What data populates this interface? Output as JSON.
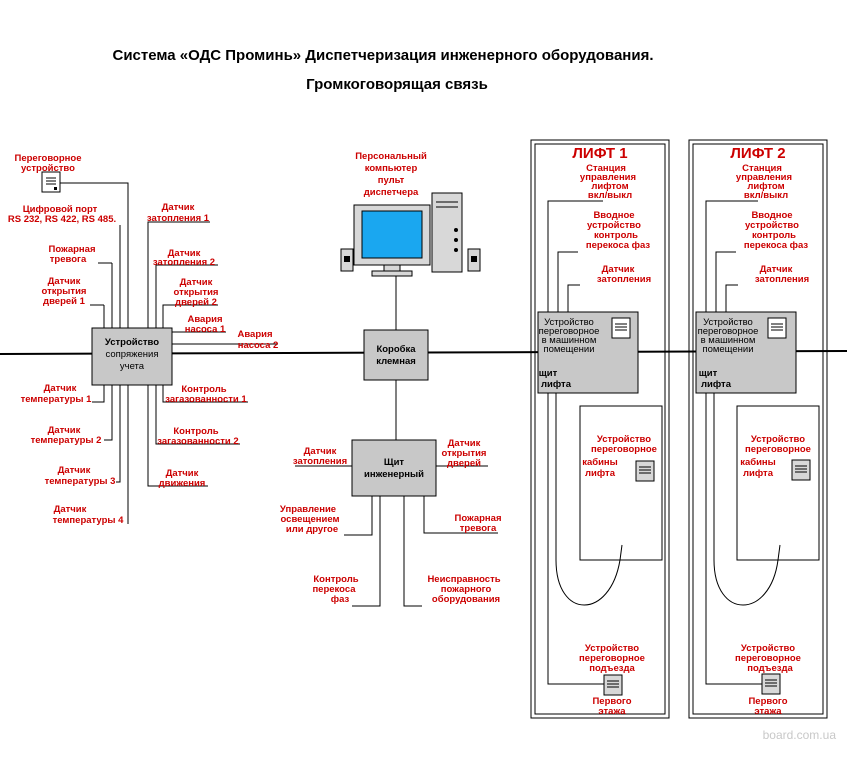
{
  "title": {
    "line1": "Система «ОДС Проминь» Диспетчеризация инженерного оборудования.",
    "line2": "Громкоговорящая связь"
  },
  "computer": {
    "label": [
      "Персональный",
      "компьютер",
      "пульт",
      "диспетчера"
    ]
  },
  "left_labels": {
    "intercom": [
      "Переговорное",
      "устройство"
    ],
    "digital_port": [
      "Цифровой порт",
      "RS 232,  RS 422,   RS 485."
    ],
    "fire_alarm": [
      "Пожарная",
      "тревога"
    ],
    "door_open1": [
      "Датчик",
      "открытия",
      "дверей 1"
    ],
    "heating1": [
      "Датчик",
      "затопления 1"
    ],
    "heating2": [
      "Датчик",
      "затопления 2"
    ],
    "door_open2": [
      "Датчик",
      "открытия",
      "дверей 2"
    ],
    "pump1": [
      "Авария",
      "насоса 1"
    ],
    "pump2": [
      "Авария",
      "насоса 2"
    ],
    "temp1": [
      "Датчик",
      "температуры 1"
    ],
    "temp2": [
      "Датчик",
      "температуры 2"
    ],
    "temp3": [
      "Датчик",
      "температуры 3"
    ],
    "temp4": [
      "Датчик",
      "температуры 4"
    ],
    "gas1": [
      "Контроль",
      "загазованности 1"
    ],
    "gas2": [
      "Контроль",
      "загазованности 2"
    ],
    "motion": [
      "Датчик",
      "движения"
    ]
  },
  "interface_box": [
    "Устройство",
    "сопряжения",
    "учета"
  ],
  "terminal_box": [
    "Коробка",
    "клемная"
  ],
  "eng_panel": {
    "box": [
      "Щит",
      "инженерный"
    ],
    "heating": [
      "Датчик",
      "затопления"
    ],
    "doors": [
      "Датчик",
      "открытия",
      "дверей"
    ],
    "lighting": [
      "Управление",
      "освещением",
      "или другое"
    ],
    "fire": [
      "Пожарная",
      "тревога"
    ],
    "phase": [
      "Контроль",
      "перекоса",
      "фаз"
    ],
    "fire_fault": [
      "Неисправность",
      "пожарного",
      "оборудования"
    ]
  },
  "lifts": [
    {
      "title": "ЛИФТ 1",
      "station": [
        "Станция",
        "управления",
        "лифтом",
        "вкл/выкл"
      ],
      "input_device": [
        "Вводное",
        "устройство",
        "контроль",
        "перекоса фаз"
      ],
      "heating": [
        "Датчик",
        "затопления"
      ],
      "machine_room": [
        "Устройство",
        "переговорное",
        "в машинном",
        "помещении"
      ],
      "panel": [
        "щит",
        "лифта"
      ],
      "cabin": [
        "Устройство",
        "переговорное",
        "кабины",
        "лифта"
      ],
      "entrance": [
        "Устройство",
        "переговорное",
        "подъезда"
      ],
      "floor": [
        "Первого",
        "этажа"
      ]
    },
    {
      "title": "ЛИФТ 2",
      "station": [
        "Станция",
        "управления",
        "лифтом",
        "вкл/выкл"
      ],
      "input_device": [
        "Вводное",
        "устройство",
        "контроль",
        "перекоса фаз"
      ],
      "heating": [
        "Датчик",
        "затопления"
      ],
      "machine_room": [
        "Устройство",
        "переговорное",
        "в машинном",
        "помещении"
      ],
      "panel": [
        "щит",
        "лифта"
      ],
      "cabin": [
        "Устройство",
        "переговорное",
        "кабины",
        "лифта"
      ],
      "entrance": [
        "Устройство",
        "переговорное",
        "подъезда"
      ],
      "floor": [
        "Первого",
        "этажа"
      ]
    }
  ],
  "watermark": "board.com.ua"
}
